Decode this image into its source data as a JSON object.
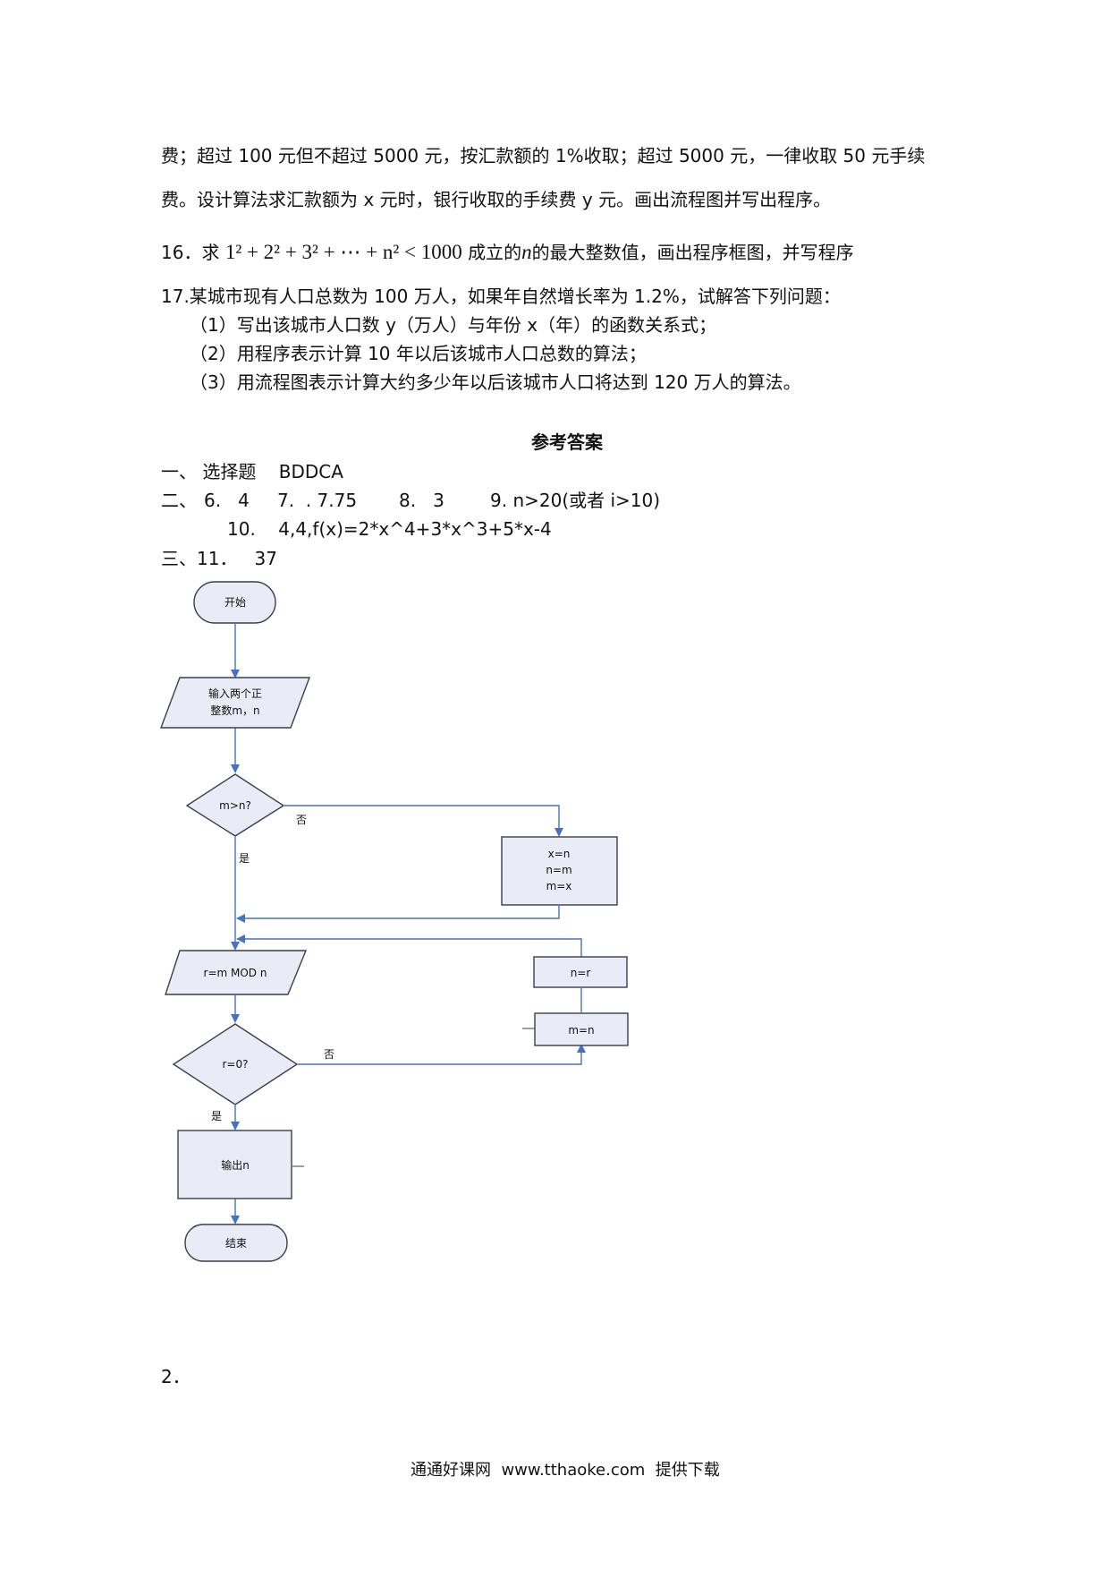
{
  "problem15": {
    "line1": "费；超过 100 元但不超过 5000 元，按汇款额的 1%收取；超过 5000 元，一律收取 50 元手续",
    "line2": "费。设计算法求汇款额为 x 元时，银行收取的手续费 y 元。画出流程图并写出程序。"
  },
  "problem16": {
    "number": "16．求",
    "math": "1² + 2² + 3² + ⋯ + n² < 1000",
    "tail_pre": "成立的",
    "tail_var": "n",
    "tail_post": "的最大整数值，画出程序框图，并写程序"
  },
  "problem17": {
    "stem": "17.某城市现有人口总数为 100 万人，如果年自然增长率为 1.2%，试解答下列问题：",
    "sub1": "（1）写出该城市人口数 y（万人）与年份 x（年）的函数关系式；",
    "sub2": "（2）用程序表示计算 10 年以后该城市人口总数的算法；",
    "sub3": "（3）用流程图表示计算大约多少年以后该城市人口将达到 120 万人的算法。"
  },
  "answers": {
    "title": "参考答案",
    "sec1": "一、 选择题    BDDCA",
    "sec2_label": "二、",
    "sec2_a6": "6.   4",
    "sec2_a7": "7.  . 7.75",
    "sec2_a8": "8.   3",
    "sec2_a9": "9. n>20(或者 i>10)",
    "sec2_a10": "10.    4,4,f(x)=2*x^4+3*x^3+5*x-4",
    "sec3": "三、11．   37",
    "item2": "2．"
  },
  "flowchart": {
    "start": "开始",
    "input_line1": "输入两个正",
    "input_line2": "整数m，n",
    "cond1": "m>n?",
    "no1": "否",
    "yes1": "是",
    "swap1": "x=n",
    "swap2": "n=m",
    "swap3": "m=x",
    "mod": "r=m MOD n",
    "assign_n": "n=r",
    "assign_m": "m=n",
    "cond2": "r=0?",
    "no2": "否",
    "yes2": "是",
    "output": "输出n",
    "end": "结束"
  },
  "footer": "通通好课网  www.tthaoke.com  提供下载",
  "colors": {
    "arrow": "#4472c4",
    "box_fill": "#e9ecf7",
    "box_stroke": "#3a3f4a"
  }
}
